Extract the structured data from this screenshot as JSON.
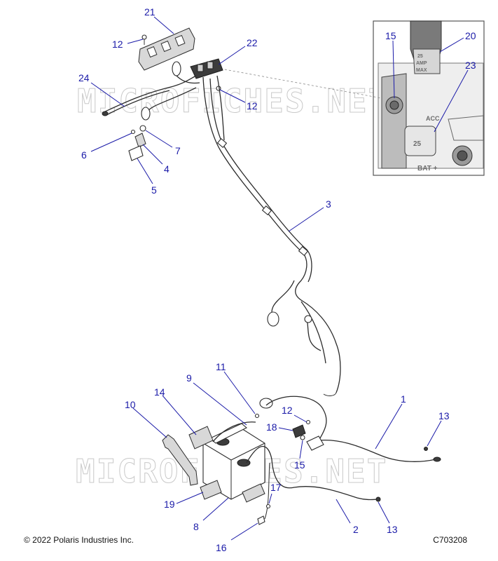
{
  "diagram": {
    "watermark": "MICROFICHES.NET",
    "callouts": [
      "1",
      "2",
      "3",
      "4",
      "5",
      "6",
      "7",
      "8",
      "9",
      "10",
      "11",
      "12",
      "12",
      "12",
      "13",
      "13",
      "14",
      "15",
      "15",
      "16",
      "17",
      "18",
      "19",
      "20",
      "21",
      "22",
      "23",
      "24"
    ],
    "inset": {
      "fuse_text": [
        "25",
        "AMP",
        "MAX"
      ],
      "acc_label": "ACC",
      "fuse_value": "25",
      "bat_label": "BAT +"
    }
  },
  "footer": {
    "copyright": "© 2022 Polaris Industries Inc.",
    "diagram_code": "C703208"
  }
}
